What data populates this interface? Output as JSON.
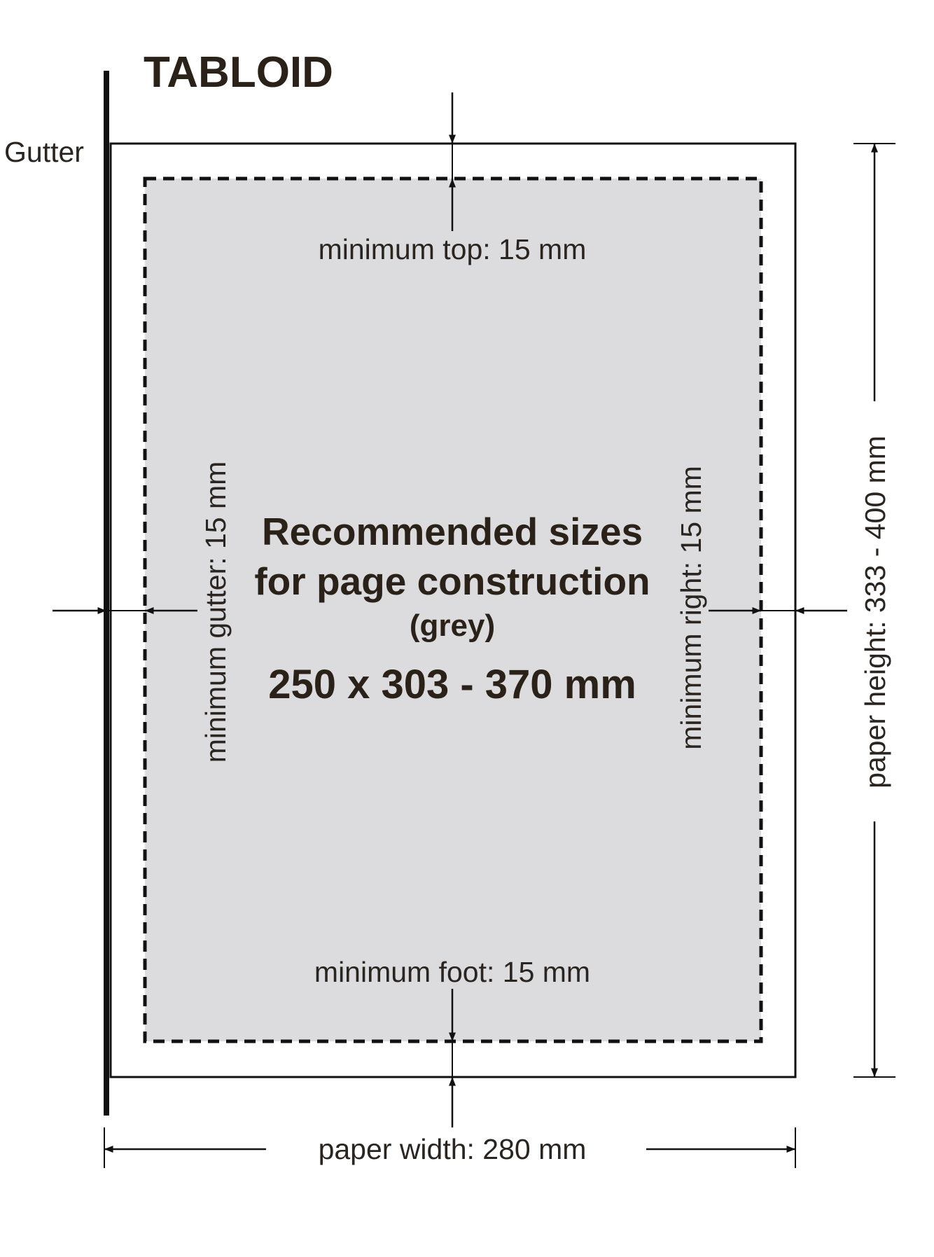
{
  "title": "TABLOID",
  "gutter_label": "Gutter",
  "labels": {
    "min_top": "minimum top: 15 mm",
    "min_foot": "minimum foot: 15 mm",
    "min_gutter": "minimum gutter: 15 mm",
    "min_right": "minimum right: 15 mm",
    "paper_height": "paper height: 333 - 400 mm",
    "paper_width": "paper width: 280 mm"
  },
  "center": {
    "line1": "Recommended sizes",
    "line2": "for page construction",
    "line3": "(grey)",
    "line4": "250 x 303 - 370 mm"
  },
  "colors": {
    "grey_area": "#dcdcde",
    "ink": "#111111",
    "text": "#2a2118"
  }
}
